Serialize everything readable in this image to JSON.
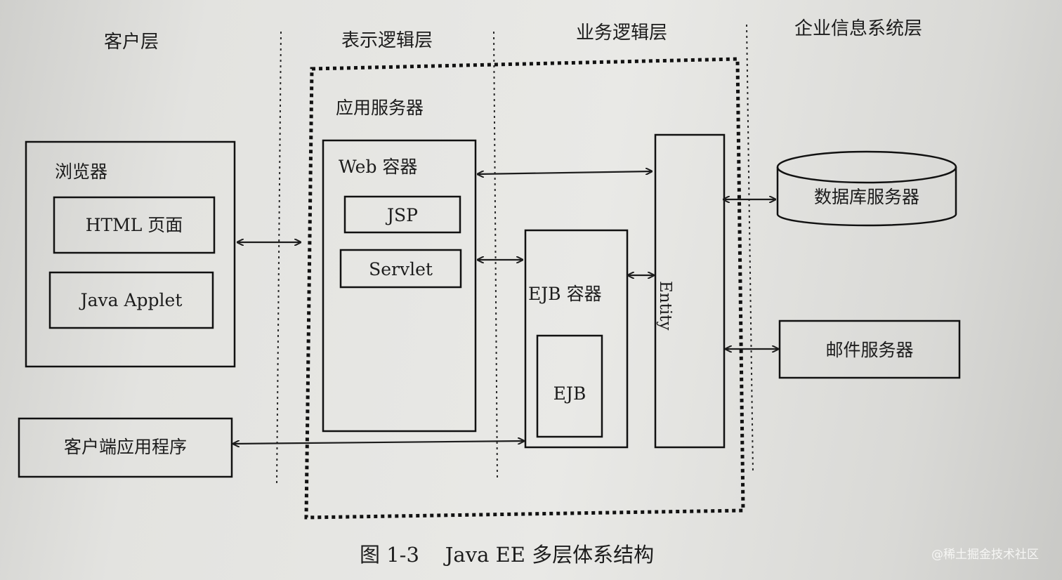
{
  "layers": {
    "client": "客户层",
    "presentation": "表示逻辑层",
    "business": "业务逻辑层",
    "eis": "企业信息系统层"
  },
  "app_server": {
    "label": "应用服务器"
  },
  "browser": {
    "title": "浏览器",
    "html_page": "HTML 页面",
    "java_applet": "Java Applet"
  },
  "client_app": {
    "label": "客户端应用程序"
  },
  "web_container": {
    "title": "Web 容器",
    "jsp": "JSP",
    "servlet": "Servlet"
  },
  "ejb_container": {
    "title": "EJB 容器",
    "ejb": "EJB"
  },
  "entity": {
    "label": "Entity"
  },
  "database_server": {
    "label": "数据库服务器"
  },
  "mail_server": {
    "label": "邮件服务器"
  },
  "caption": "图 1-3    Java EE 多层体系结构",
  "watermark": "@稀土掘金技术社区",
  "colors": {
    "ink": "#1c1c1c",
    "paper": "#e6e6e3"
  }
}
